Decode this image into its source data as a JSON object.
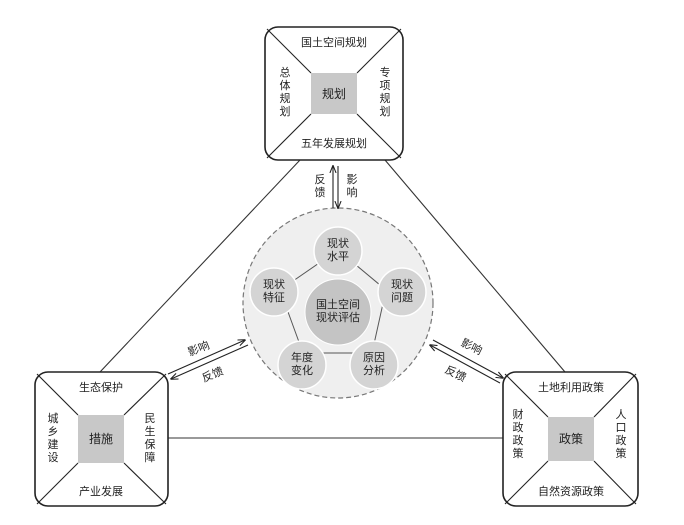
{
  "top_box": {
    "center": "规划",
    "top": "国土空间规划",
    "bottom": "五年发展规划",
    "left": "总体规划",
    "right": "专项规划"
  },
  "left_box": {
    "center": "措施",
    "top": "生态保护",
    "bottom": "产业发展",
    "left": "城乡建设",
    "right": "民生保障"
  },
  "right_box": {
    "center": "政策",
    "top": "土地利用政策",
    "bottom": "自然资源政策",
    "left": "财政政策",
    "right": "人口政策"
  },
  "center_node": "国土空间现状评估",
  "ring_nodes": {
    "top": "现状水平",
    "right": "现状问题",
    "bottom_right": "原因分析",
    "bottom_left": "年度变化",
    "left": "现状特征"
  },
  "arrows": {
    "top_feedback": "反馈",
    "top_influence": "影响",
    "left_influence": "影响",
    "left_feedback": "反馈",
    "right_influence": "影响",
    "right_feedback": "反馈"
  },
  "colors": {
    "box_fill": "#ffffff",
    "center_square": "#c8c8c8",
    "node_fill": "#d4d4d4",
    "circle_bg": "#efefef",
    "stroke": "#222222"
  }
}
